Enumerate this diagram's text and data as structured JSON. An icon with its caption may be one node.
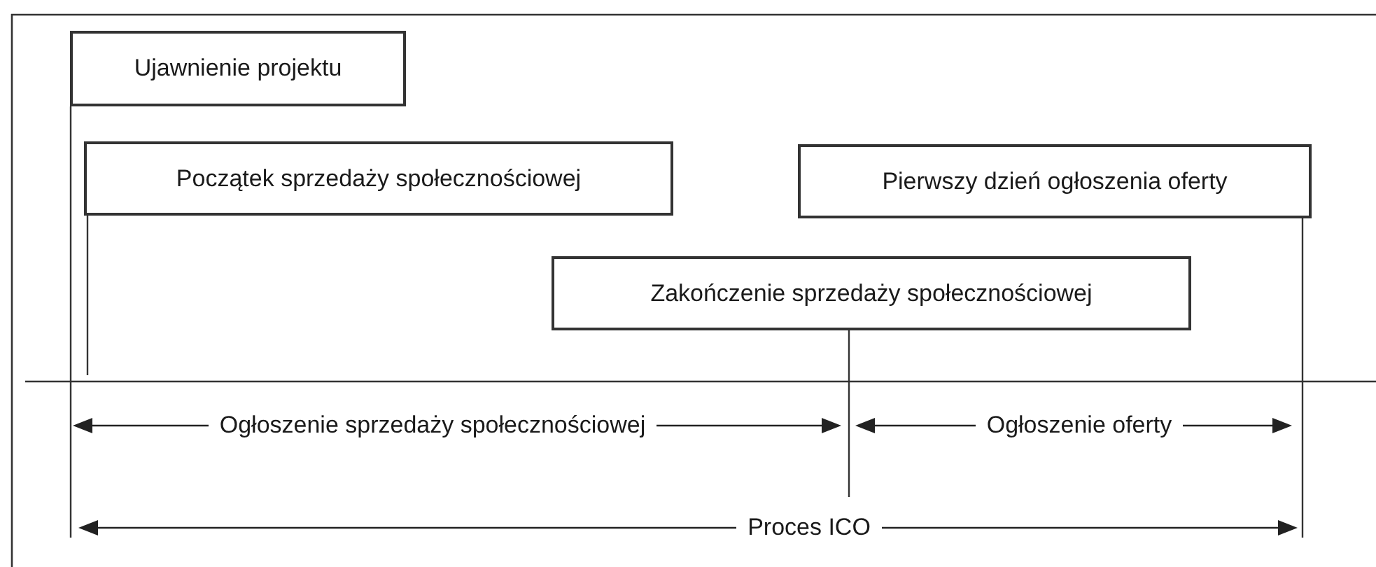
{
  "diagram": {
    "nodes": [
      {
        "text": [
          "Ujawnienie projektu"
        ]
      },
      {
        "text": [
          "Początek sprzedaży społecznościowej"
        ]
      },
      {
        "text": [
          "Pierwszy dzień ogłoszenia oferty"
        ]
      },
      {
        "text": [
          "Zakończenie sprzedaży społecznościowej"
        ]
      }
    ],
    "labels": [
      "Ogłoszenie sprzedaży społecznościowej",
      "Ogłoszenie oferty",
      "Proces ICO"
    ]
  }
}
